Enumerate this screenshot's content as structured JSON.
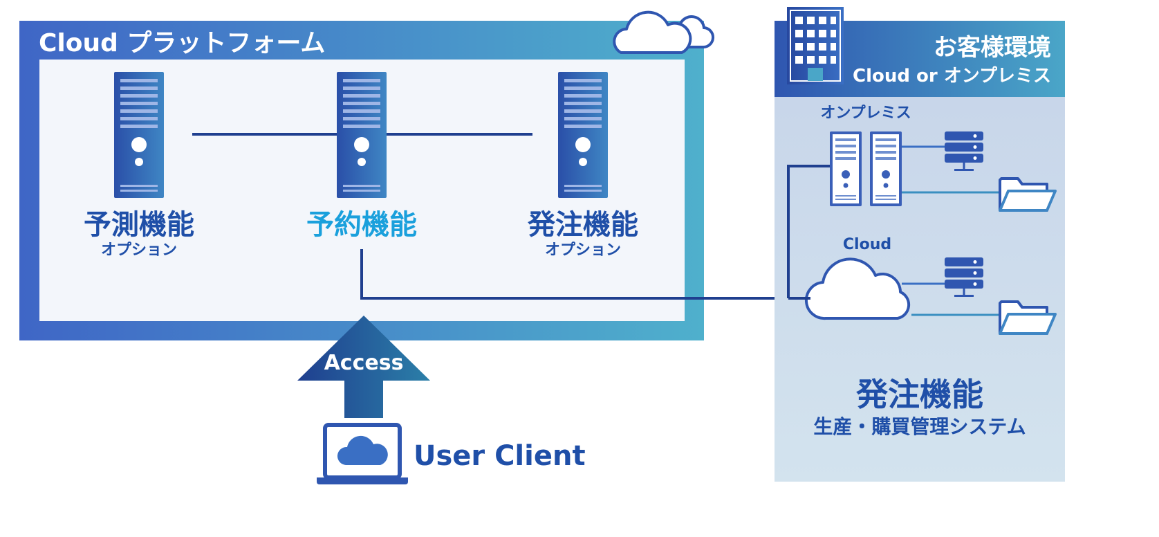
{
  "platform": {
    "title": "Cloud プラットフォーム"
  },
  "modules": [
    {
      "name": "予測機能",
      "sub": "オプション"
    },
    {
      "name": "予約機能",
      "sub": ""
    },
    {
      "name": "発注機能",
      "sub": "オプション"
    }
  ],
  "customer": {
    "title": "お客様環境",
    "subtitle": "Cloud or オンプレミス",
    "onprem_label": "オンプレミス",
    "cloud_label": "Cloud",
    "system_title": "発注機能",
    "system_sub": "生産・購買管理システム"
  },
  "access": {
    "label": "Access"
  },
  "client": {
    "label": "User Client"
  },
  "colors": {
    "navy": "#1f3f8f",
    "blue_mid": "#3a6fc4",
    "teal": "#4aa8c8",
    "cyan_text": "#1aa0dc",
    "panel_bg": "#f3f6fb",
    "customer_bg": "#cfdcec"
  },
  "icons": [
    "cloud-icon",
    "building-icon",
    "server-tower-icon",
    "server-stack-icon",
    "folder-icon",
    "laptop-icon",
    "up-arrow-icon"
  ]
}
